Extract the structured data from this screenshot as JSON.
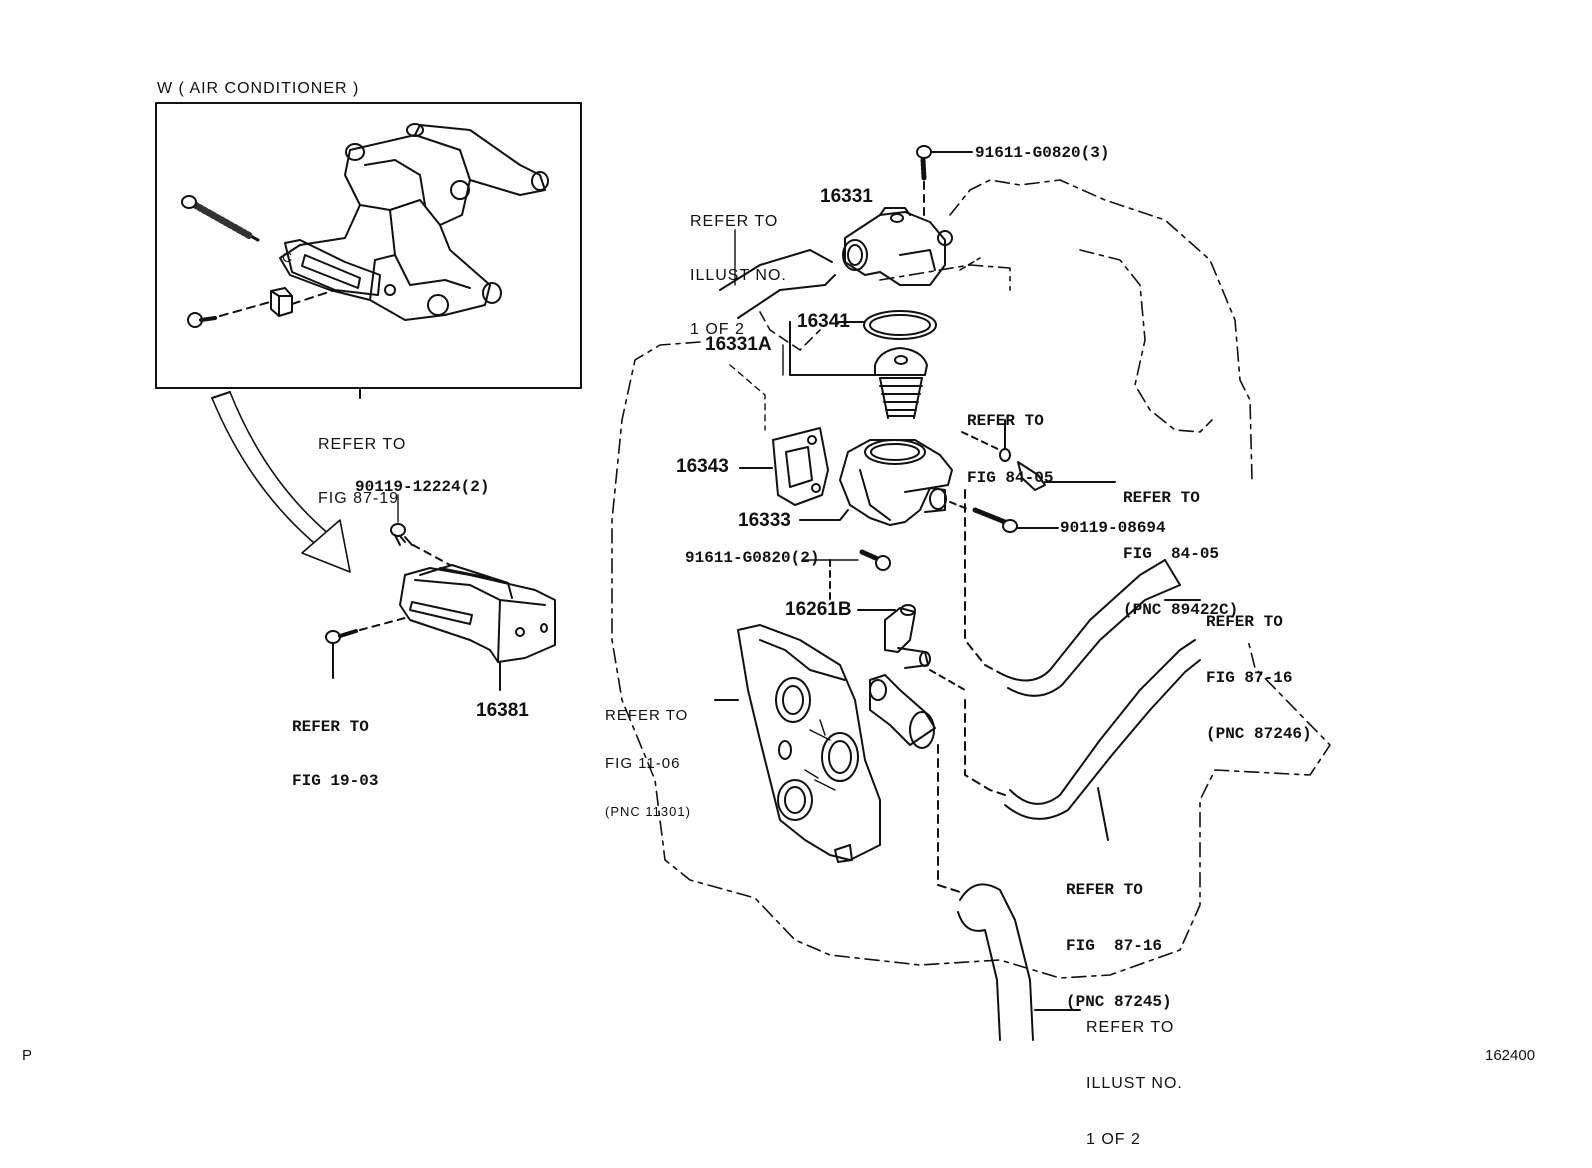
{
  "inset": {
    "title": "W ( AIR CONDITIONER )",
    "ref": [
      "REFER TO",
      "FIG 87-19"
    ]
  },
  "parts": {
    "p16331": "16331",
    "p16341": "16341",
    "p16331A": "16331A",
    "p16343": "16343",
    "p16333": "16333",
    "p16261B": "16261B",
    "p16381": "16381"
  },
  "fasteners": {
    "bolt_top": "91611-G0820(3)",
    "bolt_90119_12224": "90119-12224(2)",
    "bolt_90119_08694": "90119-08694",
    "bolt_91611_g0820_2": "91611-G0820(2)"
  },
  "references": {
    "illust_top": [
      "REFER TO",
      "ILLUST NO.",
      "1 OF 2"
    ],
    "fig_84_05_upper": [
      "REFER TO",
      "FIG 84-05"
    ],
    "fig_84_05_pnc": [
      "REFER TO",
      "FIG  84-05",
      "(PNC 89422C)"
    ],
    "fig_87_16_upper": [
      "REFER TO",
      "FIG 87-16",
      "(PNC 87246)"
    ],
    "fig_11_06": [
      "REFER TO",
      "FIG 11-06",
      "(PNC 11301)"
    ],
    "fig_19_03": [
      "REFER TO",
      "FIG 19-03"
    ],
    "fig_87_16_lower": [
      "REFER TO",
      "FIG  87-16",
      "(PNC 87245)"
    ],
    "illust_bottom": [
      "REFER TO",
      "ILLUST NO.",
      "1 OF 2"
    ]
  },
  "footer": {
    "left": "P",
    "right": "162400"
  }
}
